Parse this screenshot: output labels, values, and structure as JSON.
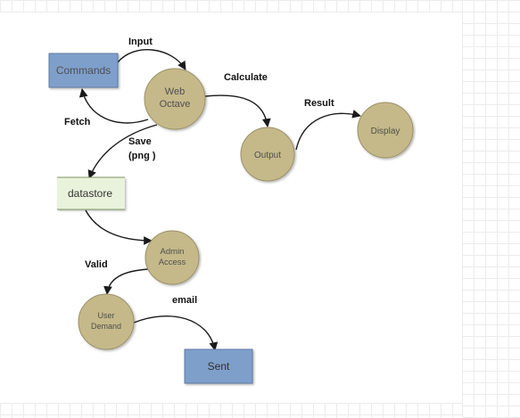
{
  "nodes": {
    "commands": "Commands",
    "web_octave": [
      "Web",
      "Octave"
    ],
    "output": "Output",
    "display": "Display",
    "datastore": "datastore",
    "admin_access": [
      "Admin",
      "Access"
    ],
    "user_demand": [
      "User",
      "Demand"
    ],
    "sent": "Sent"
  },
  "edges": {
    "input": "Input",
    "fetch": "Fetch",
    "calculate": "Calculate",
    "result": "Result",
    "save": [
      "Save",
      "(png )"
    ],
    "valid": "Valid",
    "email": "email"
  },
  "colors": {
    "process_node": "#c5b98a",
    "process_node_border": "#9b9067",
    "external_entity": "#7f9fcb",
    "external_entity_border": "#5f7aa3",
    "datastore_fill": "#e9f3dc",
    "datastore_line": "#7e9460",
    "arrow": "#1a1a1a"
  }
}
